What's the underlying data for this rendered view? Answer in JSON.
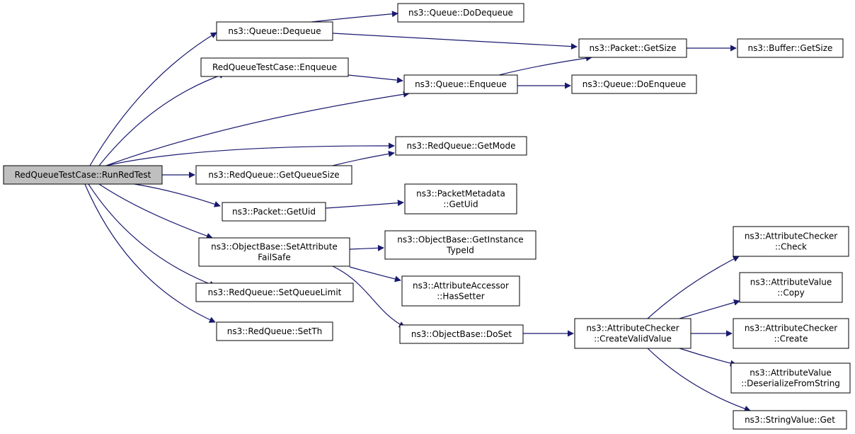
{
  "graph": {
    "edge_color": "#191970",
    "root_fill": "#bfbfbf",
    "node_fill": "#ffffff",
    "nodes": [
      {
        "id": "n0",
        "lines": [
          "RedQueueTestCase::RunRedTest"
        ],
        "root": true
      },
      {
        "id": "n1",
        "lines": [
          "ns3::Queue::Dequeue"
        ]
      },
      {
        "id": "n2",
        "lines": [
          "RedQueueTestCase::Enqueue"
        ]
      },
      {
        "id": "n3",
        "lines": [
          "ns3::Queue::Enqueue"
        ]
      },
      {
        "id": "n4",
        "lines": [
          "ns3::RedQueue::GetMode"
        ]
      },
      {
        "id": "n5",
        "lines": [
          "ns3::RedQueue::GetQueueSize"
        ]
      },
      {
        "id": "n6",
        "lines": [
          "ns3::Packet::GetUid"
        ]
      },
      {
        "id": "n7",
        "lines": [
          "ns3::ObjectBase::SetAttribute",
          "FailSafe"
        ]
      },
      {
        "id": "n8",
        "lines": [
          "ns3::RedQueue::SetQueueLimit"
        ]
      },
      {
        "id": "n9",
        "lines": [
          "ns3::RedQueue::SetTh"
        ]
      },
      {
        "id": "n10",
        "lines": [
          "ns3::Queue::DoDequeue"
        ]
      },
      {
        "id": "n11",
        "lines": [
          "ns3::Packet::GetSize"
        ]
      },
      {
        "id": "n12",
        "lines": [
          "ns3::Buffer::GetSize"
        ]
      },
      {
        "id": "n13",
        "lines": [
          "ns3::Queue::DoEnqueue"
        ]
      },
      {
        "id": "n14",
        "lines": [
          "ns3::PacketMetadata",
          "::GetUid"
        ]
      },
      {
        "id": "n15",
        "lines": [
          "ns3::ObjectBase::GetInstance",
          "TypeId"
        ]
      },
      {
        "id": "n16",
        "lines": [
          "ns3::AttributeAccessor",
          "::HasSetter"
        ]
      },
      {
        "id": "n17",
        "lines": [
          "ns3::ObjectBase::DoSet"
        ]
      },
      {
        "id": "n18",
        "lines": [
          "ns3::AttributeChecker",
          "::CreateValidValue"
        ]
      },
      {
        "id": "n19",
        "lines": [
          "ns3::AttributeChecker",
          "::Check"
        ]
      },
      {
        "id": "n20",
        "lines": [
          "ns3::AttributeValue",
          "::Copy"
        ]
      },
      {
        "id": "n21",
        "lines": [
          "ns3::AttributeChecker",
          "::Create"
        ]
      },
      {
        "id": "n22",
        "lines": [
          "ns3::AttributeValue",
          "::DeserializeFromString"
        ]
      },
      {
        "id": "n23",
        "lines": [
          "ns3::StringValue::Get"
        ]
      }
    ],
    "edges": [
      {
        "from": "n0",
        "to": "n1"
      },
      {
        "from": "n0",
        "to": "n2"
      },
      {
        "from": "n0",
        "to": "n3"
      },
      {
        "from": "n0",
        "to": "n4"
      },
      {
        "from": "n0",
        "to": "n5"
      },
      {
        "from": "n0",
        "to": "n6"
      },
      {
        "from": "n0",
        "to": "n7"
      },
      {
        "from": "n0",
        "to": "n8"
      },
      {
        "from": "n0",
        "to": "n9"
      },
      {
        "from": "n1",
        "to": "n10"
      },
      {
        "from": "n1",
        "to": "n11"
      },
      {
        "from": "n2",
        "to": "n3"
      },
      {
        "from": "n3",
        "to": "n11"
      },
      {
        "from": "n3",
        "to": "n13"
      },
      {
        "from": "n11",
        "to": "n12"
      },
      {
        "from": "n5",
        "to": "n4"
      },
      {
        "from": "n6",
        "to": "n14"
      },
      {
        "from": "n7",
        "to": "n15"
      },
      {
        "from": "n7",
        "to": "n16"
      },
      {
        "from": "n7",
        "to": "n17"
      },
      {
        "from": "n17",
        "to": "n18"
      },
      {
        "from": "n18",
        "to": "n19"
      },
      {
        "from": "n18",
        "to": "n20"
      },
      {
        "from": "n18",
        "to": "n21"
      },
      {
        "from": "n18",
        "to": "n22"
      },
      {
        "from": "n18",
        "to": "n23"
      }
    ]
  }
}
